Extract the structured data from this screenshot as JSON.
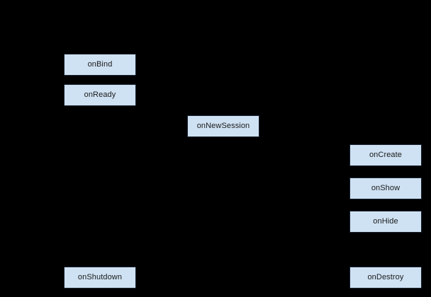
{
  "diagram": {
    "background_color": "#000000",
    "node_fill_color": "#cfe2f3",
    "node_border_color": "#1a2230",
    "node_text_color": "#1a1a1a",
    "nodes": [
      {
        "id": "onbind",
        "label": "onBind"
      },
      {
        "id": "onready",
        "label": "onReady"
      },
      {
        "id": "onnewsession",
        "label": "onNewSession"
      },
      {
        "id": "oncreate",
        "label": "onCreate"
      },
      {
        "id": "onshow",
        "label": "onShow"
      },
      {
        "id": "onhide",
        "label": "onHide"
      },
      {
        "id": "onshutdown",
        "label": "onShutdown"
      },
      {
        "id": "ondestroy",
        "label": "onDestroy"
      }
    ]
  }
}
